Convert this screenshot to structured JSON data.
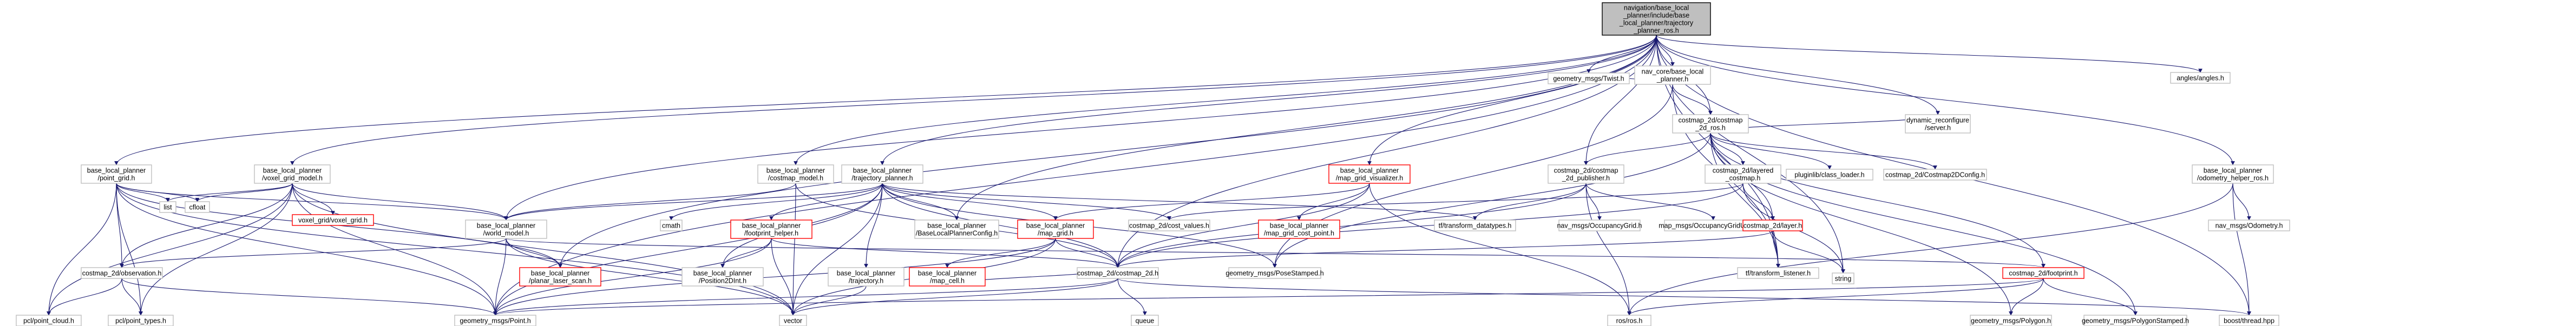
{
  "colors": {
    "edge": "#191970",
    "box_border": "#bfbfbf",
    "red_border": "#ff0000",
    "root_fill": "#bfbfbf"
  },
  "nodes": [
    {
      "id": "root",
      "lines": [
        "navigation/base_local",
        "_planner/include/base",
        "_local_planner/trajectory",
        "_planner_ros.h"
      ],
      "style": "root"
    },
    {
      "id": "nav_core",
      "lines": [
        "nav_core/base_local",
        "_planner.h"
      ]
    },
    {
      "id": "costmap_ros",
      "lines": [
        "costmap_2d/costmap",
        "_2d_ros.h"
      ]
    },
    {
      "id": "angles",
      "lines": [
        "angles/angles.h"
      ]
    },
    {
      "id": "twist",
      "lines": [
        "geometry_msgs/Twist.h"
      ]
    },
    {
      "id": "dyn_reconf",
      "lines": [
        "dynamic_reconfigure",
        "/server.h"
      ]
    },
    {
      "id": "odom_helper",
      "lines": [
        "base_local_planner",
        "/odometry_helper_ros.h"
      ]
    },
    {
      "id": "nav_odom",
      "lines": [
        "nav_msgs/Odometry.h"
      ]
    },
    {
      "id": "boost_thread",
      "lines": [
        "boost/thread.hpp"
      ]
    },
    {
      "id": "tf_listener",
      "lines": [
        "tf/transform_listener.h"
      ]
    },
    {
      "id": "point_grid",
      "lines": [
        "base_local_planner",
        "/point_grid.h"
      ]
    },
    {
      "id": "voxel_model",
      "lines": [
        "base_local_planner",
        "/voxel_grid_model.h"
      ]
    },
    {
      "id": "costmap_model",
      "lines": [
        "base_local_planner",
        "/costmap_model.h"
      ]
    },
    {
      "id": "traj_planner",
      "lines": [
        "base_local_planner",
        "/trajectory_planner.h"
      ]
    },
    {
      "id": "grid_vis",
      "lines": [
        "base_local_planner",
        "/map_grid_visualizer.h"
      ],
      "style": "red"
    },
    {
      "id": "publisher",
      "lines": [
        "costmap_2d/costmap",
        "_2d_publisher.h"
      ]
    },
    {
      "id": "layered",
      "lines": [
        "costmap_2d/layered",
        "_costmap.h"
      ]
    },
    {
      "id": "pluginlib",
      "lines": [
        "pluginlib/class_loader.h"
      ]
    },
    {
      "id": "c2dconfig",
      "lines": [
        "costmap_2d/Costmap2DConfig.h"
      ]
    },
    {
      "id": "list",
      "lines": [
        "list"
      ]
    },
    {
      "id": "cfloat",
      "lines": [
        "cfloat"
      ]
    },
    {
      "id": "voxel_grid",
      "lines": [
        "voxel_grid/voxel_grid.h"
      ],
      "style": "red"
    },
    {
      "id": "world_model",
      "lines": [
        "base_local_planner",
        "/world_model.h"
      ]
    },
    {
      "id": "cmath",
      "lines": [
        "cmath"
      ]
    },
    {
      "id": "footprint_helper",
      "lines": [
        "base_local_planner",
        "/footprint_helper.h"
      ],
      "style": "red"
    },
    {
      "id": "map_grid",
      "lines": [
        "base_local_planner",
        "/map_grid.h"
      ],
      "style": "red"
    },
    {
      "id": "blp_config",
      "lines": [
        "base_local_planner",
        "/BaseLocalPlannerConfig.h"
      ]
    },
    {
      "id": "cost_values",
      "lines": [
        "costmap_2d/cost_values.h"
      ]
    },
    {
      "id": "tf_datatypes",
      "lines": [
        "tf/transform_datatypes.h"
      ]
    },
    {
      "id": "map_grid_cost",
      "lines": [
        "base_local_planner",
        "/map_grid_cost_point.h"
      ],
      "style": "red"
    },
    {
      "id": "occ_grid",
      "lines": [
        "nav_msgs/OccupancyGrid.h"
      ]
    },
    {
      "id": "occ_grid_update",
      "lines": [
        "map_msgs/OccupancyGridUpdate.h"
      ]
    },
    {
      "id": "layer",
      "lines": [
        "costmap_2d/layer.h"
      ],
      "style": "red"
    },
    {
      "id": "string",
      "lines": [
        "string"
      ]
    },
    {
      "id": "obs",
      "lines": [
        "costmap_2d/observation.h"
      ]
    },
    {
      "id": "planar_laser",
      "lines": [
        "base_local_planner",
        "/planar_laser_scan.h"
      ],
      "style": "red"
    },
    {
      "id": "position2dint",
      "lines": [
        "base_local_planner",
        "/Position2DInt.h"
      ]
    },
    {
      "id": "trajectory",
      "lines": [
        "base_local_planner",
        "/trajectory.h"
      ]
    },
    {
      "id": "map_cell",
      "lines": [
        "base_local_planner",
        "/map_cell.h"
      ],
      "style": "red"
    },
    {
      "id": "costmap_2d",
      "lines": [
        "costmap_2d/costmap_2d.h"
      ]
    },
    {
      "id": "pose_stamped",
      "lines": [
        "geometry_msgs/PoseStamped.h"
      ]
    },
    {
      "id": "footprint",
      "lines": [
        "costmap_2d/footprint.h"
      ],
      "style": "red"
    },
    {
      "id": "pcl_cloud",
      "lines": [
        "pcl/point_cloud.h"
      ]
    },
    {
      "id": "pcl_types",
      "lines": [
        "pcl/point_types.h"
      ]
    },
    {
      "id": "point",
      "lines": [
        "geometry_msgs/Point.h"
      ]
    },
    {
      "id": "vector",
      "lines": [
        "vector"
      ]
    },
    {
      "id": "queue",
      "lines": [
        "queue"
      ]
    },
    {
      "id": "rosros",
      "lines": [
        "ros/ros.h"
      ]
    },
    {
      "id": "polygon",
      "lines": [
        "geometry_msgs/Polygon.h"
      ]
    },
    {
      "id": "polygon_stamped",
      "lines": [
        "geometry_msgs/PolygonStamped.h"
      ]
    }
  ]
}
